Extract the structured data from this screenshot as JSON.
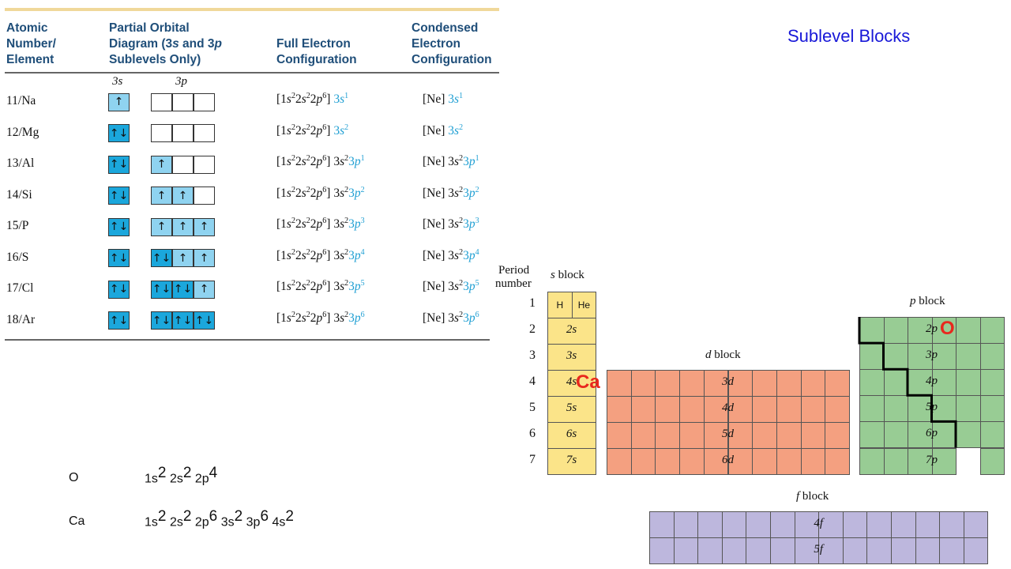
{
  "table": {
    "headers": {
      "col1": "Atomic\nNumber/\nElement",
      "col2_line1": "Partial Orbital",
      "col2_line2_a": "Diagram (3",
      "col2_line2_b": "s",
      "col2_line2_c": " and 3",
      "col2_line2_d": "p",
      "col2_line3": "Sublevels Only)",
      "col3": "Full Electron\nConfiguration",
      "col4": "Condensed\nElectron\nConfiguration"
    },
    "sublevel_3s": "3s",
    "sublevel_3p": "3p",
    "rows": [
      {
        "element": "11/Na",
        "s": "↑",
        "p": [
          "",
          "",
          ""
        ],
        "full_val": "3s",
        "full_exp": "1",
        "cond_prefix": "[Ne] ",
        "cond_s": "3s",
        "cond_s_exp": "1",
        "cond_p": "",
        "cond_p_exp": ""
      },
      {
        "element": "12/Mg",
        "s": "↑↓",
        "p": [
          "",
          "",
          ""
        ],
        "full_val": "3s",
        "full_exp": "2",
        "cond_prefix": "[Ne] ",
        "cond_s": "3s",
        "cond_s_exp": "2",
        "cond_p": "",
        "cond_p_exp": ""
      },
      {
        "element": "13/Al",
        "s": "↑↓",
        "p": [
          "↑",
          "",
          ""
        ],
        "full_val": "3p",
        "full_exp": "1",
        "cond_prefix": "[Ne] ",
        "cond_s": "3s",
        "cond_s_exp": "2",
        "cond_p": "3p",
        "cond_p_exp": "1"
      },
      {
        "element": "14/Si",
        "s": "↑↓",
        "p": [
          "↑",
          "↑",
          ""
        ],
        "full_val": "3p",
        "full_exp": "2",
        "cond_prefix": "[Ne] ",
        "cond_s": "3s",
        "cond_s_exp": "2",
        "cond_p": "3p",
        "cond_p_exp": "2"
      },
      {
        "element": "15/P",
        "s": "↑↓",
        "p": [
          "↑",
          "↑",
          "↑"
        ],
        "full_val": "3p",
        "full_exp": "3",
        "cond_prefix": "[Ne] ",
        "cond_s": "3s",
        "cond_s_exp": "2",
        "cond_p": "3p",
        "cond_p_exp": "3"
      },
      {
        "element": "16/S",
        "s": "↑↓",
        "p": [
          "↑↓",
          "↑",
          "↑"
        ],
        "full_val": "3p",
        "full_exp": "4",
        "cond_prefix": "[Ne] ",
        "cond_s": "3s",
        "cond_s_exp": "2",
        "cond_p": "3p",
        "cond_p_exp": "4"
      },
      {
        "element": "17/Cl",
        "s": "↑↓",
        "p": [
          "↑↓",
          "↑↓",
          "↑"
        ],
        "full_val": "3p",
        "full_exp": "5",
        "cond_prefix": "[Ne] ",
        "cond_s": "3s",
        "cond_s_exp": "2",
        "cond_p": "3p",
        "cond_p_exp": "5"
      },
      {
        "element": "18/Ar",
        "s": "↑↓",
        "p": [
          "↑↓",
          "↑↓",
          "↑↓"
        ],
        "full_val": "3p",
        "full_exp": "6",
        "cond_prefix": "[Ne] ",
        "cond_s": "3s",
        "cond_s_exp": "2",
        "cond_p": "3p",
        "cond_p_exp": "6"
      }
    ]
  },
  "title": "Sublevel Blocks",
  "periodic": {
    "period_label_1": "Period",
    "period_label_2": "number",
    "periods": [
      "1",
      "2",
      "3",
      "4",
      "5",
      "6",
      "7"
    ],
    "s_block_label": "s block",
    "p_block_label": "p block",
    "d_block_label": "d block",
    "f_block_label": "f block",
    "h": "H",
    "he": "He",
    "s_labels": [
      "2s",
      "3s",
      "4s",
      "5s",
      "6s",
      "7s"
    ],
    "p_labels": [
      "2p",
      "3p",
      "4p",
      "5p",
      "6p",
      "7p"
    ],
    "d_labels": [
      "3d",
      "4d",
      "5d",
      "6d"
    ],
    "f_labels": [
      "4f",
      "5f"
    ],
    "marker_ca": "Ca",
    "marker_o": "O",
    "colors": {
      "s": "#fbe489",
      "d": "#f4a080",
      "p": "#98cc94",
      "f": "#bdb7dd"
    }
  },
  "configs": [
    {
      "element": "O",
      "parts": [
        [
          "1s",
          "2"
        ],
        [
          "2s",
          "2"
        ],
        [
          "2p",
          "4"
        ]
      ]
    },
    {
      "element": "Ca",
      "parts": [
        [
          "1s",
          "2"
        ],
        [
          "2s",
          "2"
        ],
        [
          "2p",
          "6"
        ],
        [
          "3s",
          "2"
        ],
        [
          "3p",
          "6"
        ],
        [
          "4s",
          "2"
        ]
      ]
    }
  ]
}
